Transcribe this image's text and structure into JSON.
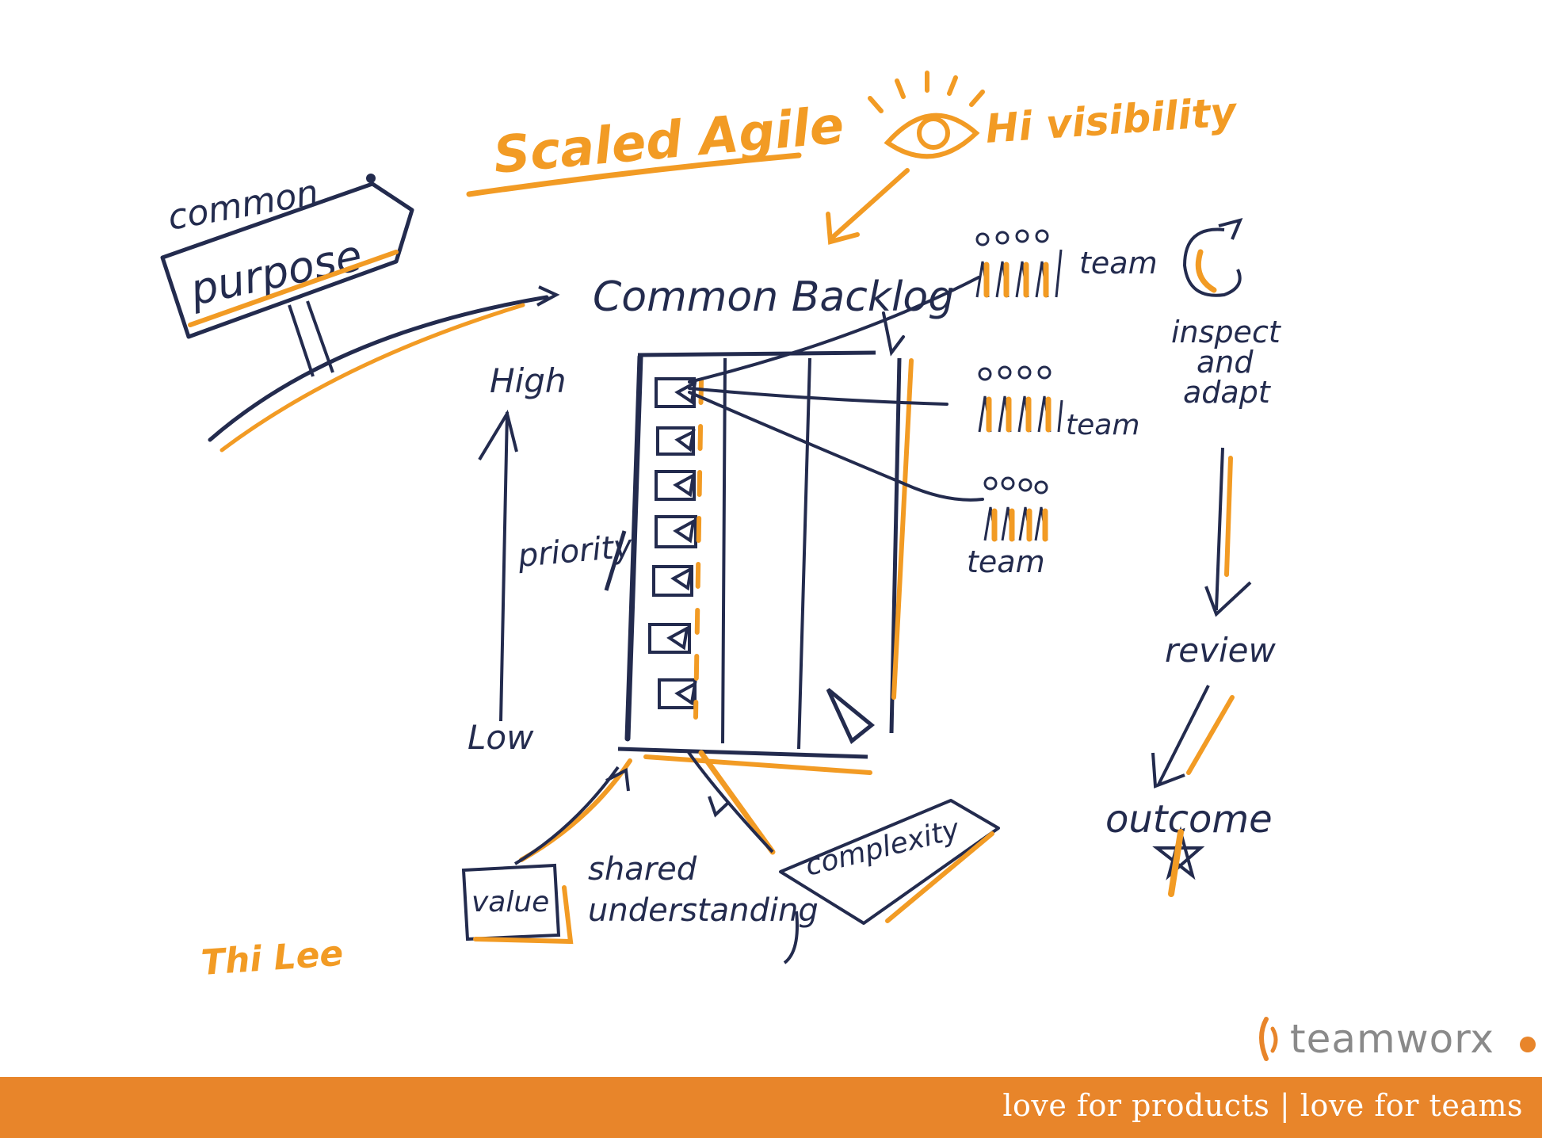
{
  "title": "Scaled Agile",
  "visibility": "Hi visibility",
  "signpost": {
    "top": "common",
    "main": "purpose"
  },
  "backlog": {
    "title": "Common Backlog",
    "high": "High",
    "priority": "priority",
    "low": "Low"
  },
  "teams": [
    "team",
    "team",
    "team"
  ],
  "cycle": {
    "inspect": "inspect",
    "and": "and",
    "adapt": "adapt",
    "review": "review",
    "outcome": "outcome"
  },
  "bottom": {
    "value": "value",
    "shared": "shared",
    "understanding": "understanding",
    "complexity": "complexity"
  },
  "author": "Thi Lee",
  "brand": {
    "name": "teamworx",
    "tagline": "love for products | love for teams"
  },
  "colors": {
    "orange": "#f29b24",
    "ink": "#232b4e",
    "footer": "#e8852a"
  }
}
